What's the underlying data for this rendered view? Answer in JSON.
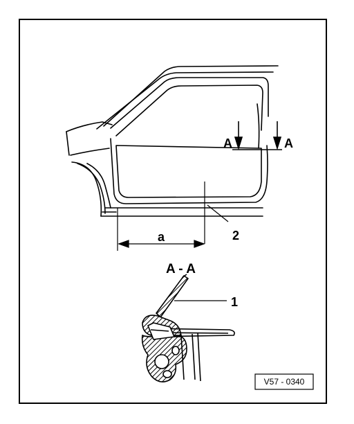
{
  "labels": {
    "section_top_left": "A",
    "section_top_right": "A",
    "section_view_title": "A - A",
    "dimension": "a",
    "callout_1": "1",
    "callout_2": "2"
  },
  "reference_code": "V57 - 0340",
  "colors": {
    "ink": "#000000",
    "paper": "#ffffff",
    "hatch_fill": "#555555"
  }
}
